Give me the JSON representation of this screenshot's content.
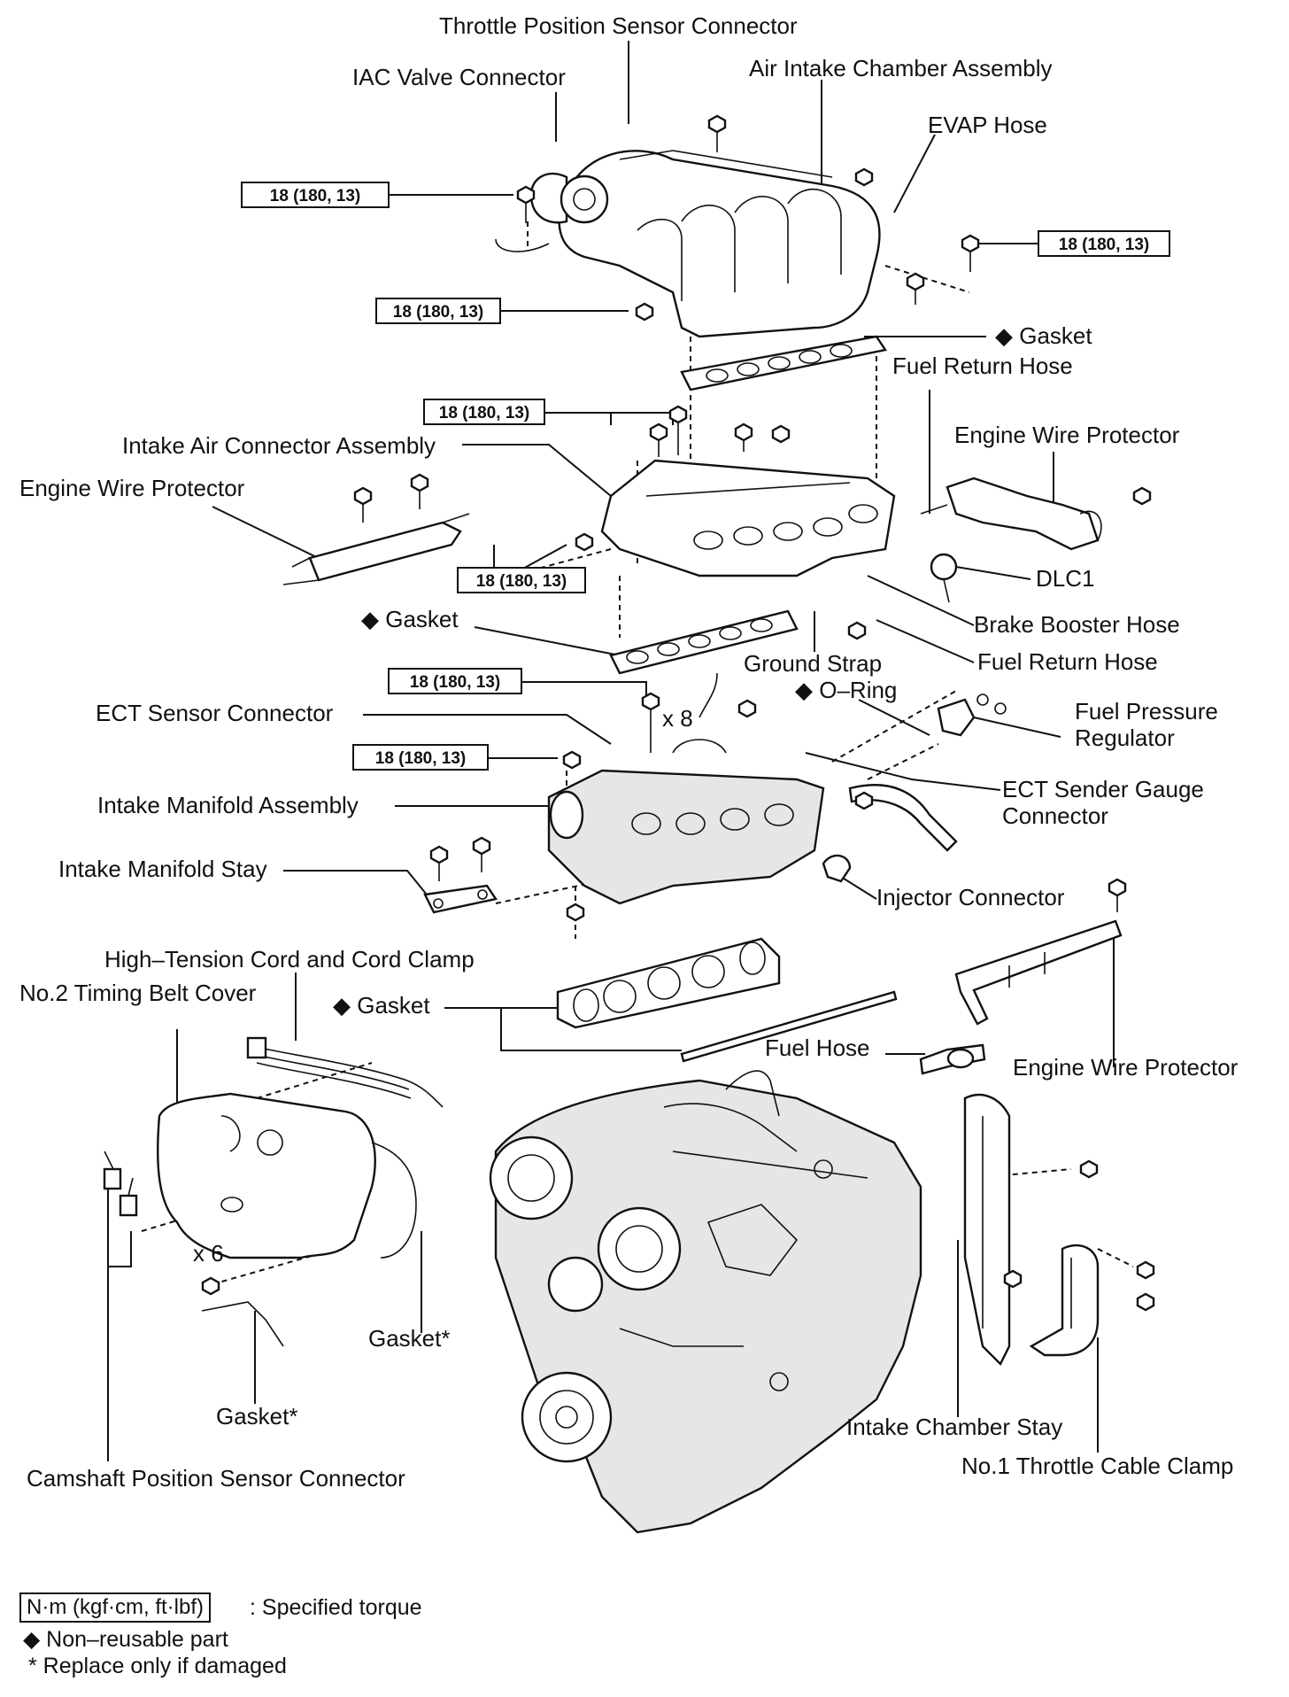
{
  "labels": {
    "tps_connector": "Throttle Position Sensor Connector",
    "iac_connector": "IAC Valve Connector",
    "air_intake_chamber": "Air Intake Chamber Assembly",
    "evap_hose": "EVAP Hose",
    "gasket_top": "Gasket",
    "fuel_return_hose_top": "Fuel Return Hose",
    "intake_air_connector": "Intake Air Connector Assembly",
    "engine_wire_protector_right": "Engine Wire Protector",
    "engine_wire_protector_left": "Engine Wire Protector",
    "dlc1": "DLC1",
    "gasket_mid": "Gasket",
    "brake_booster_hose": "Brake Booster Hose",
    "ground_strap": "Ground Strap",
    "fuel_return_hose_mid": "Fuel Return Hose",
    "o_ring": "O–Ring",
    "ect_sensor_connector": "ECT Sensor Connector",
    "times_8": "x 8",
    "fuel_pressure_regulator_1": "Fuel Pressure",
    "fuel_pressure_regulator_2": "Regulator",
    "ect_sender_1": "ECT Sender Gauge",
    "ect_sender_2": "Connector",
    "intake_manifold_assembly": "Intake Manifold Assembly",
    "intake_manifold_stay": "Intake Manifold Stay",
    "injector_connector": "Injector Connector",
    "high_tension_cord": "High–Tension Cord and Cord Clamp",
    "timing_belt_cover": "No.2 Timing Belt Cover",
    "gasket_lower": "Gasket",
    "fuel_hose": "Fuel Hose",
    "engine_wire_protector_lower": "Engine Wire Protector",
    "times_6": "x 6",
    "gasket_star_1": "Gasket*",
    "gasket_star_2": "Gasket*",
    "intake_chamber_stay": "Intake Chamber Stay",
    "throttle_cable_clamp": "No.1 Throttle Cable Clamp",
    "camshaft_sensor_connector": "Camshaft Position Sensor Connector"
  },
  "non_reusable_mark": "◆",
  "torque": {
    "t1": "18 (180, 13)",
    "t2": "18 (180, 13)",
    "t3": "18 (180, 13)",
    "t4": "18 (180, 13)",
    "t5": "18 (180, 13)",
    "t6": "18 (180, 13)",
    "t7": "18 (180, 13)"
  },
  "legend": {
    "unit_box": "N·m (kgf·cm, ft·lbf)",
    "unit_desc": ": Specified torque",
    "non_reusable": "◆ Non–reusable part",
    "replace_if_damaged": "* Replace only if damaged"
  }
}
